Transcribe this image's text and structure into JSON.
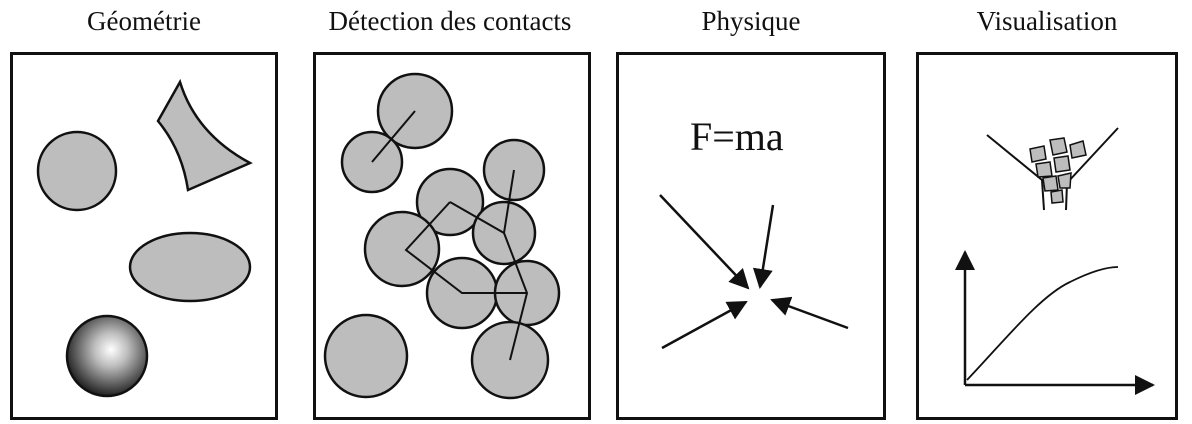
{
  "panels": [
    {
      "title": "Géométrie"
    },
    {
      "title": "Détection des contacts"
    },
    {
      "title": "Physique",
      "equation": "F=ma"
    },
    {
      "title": "Visualisation"
    }
  ],
  "colors": {
    "shape_fill": "#bdbdbd",
    "stroke": "#111111",
    "background": "#ffffff"
  }
}
